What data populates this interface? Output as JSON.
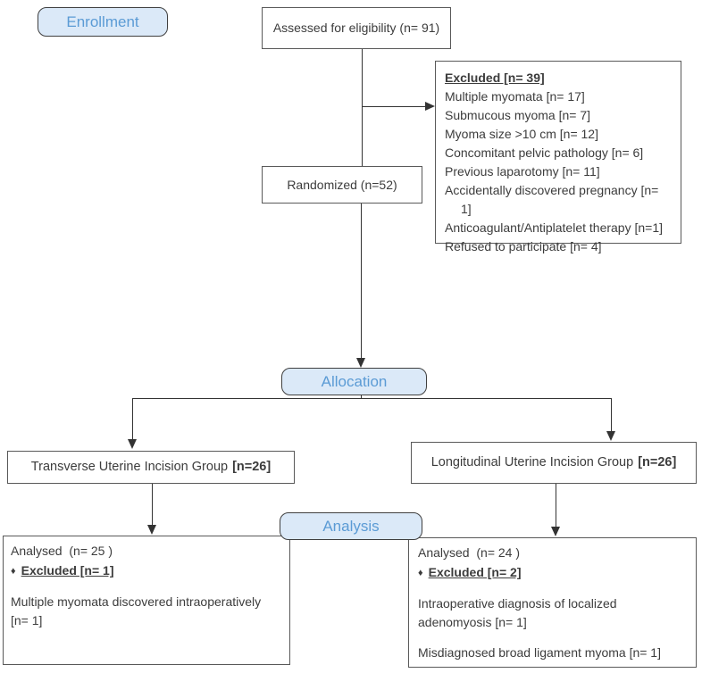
{
  "stage_labels": {
    "enrollment": "Enrollment",
    "allocation": "Allocation",
    "analysis": "Analysis"
  },
  "boxes": {
    "assessed": "Assessed for eligibility (n= 91)",
    "randomized": "Randomized (n=52)",
    "excluded": {
      "title": "Excluded [n= 39]",
      "items": [
        "Multiple myomata [n= 17]",
        "Submucous myoma [n= 7]",
        "Myoma size >10 cm [n= 12]",
        "Concomitant pelvic pathology [n= 6]",
        "Previous laparotomy [n= 11]",
        "Accidentally discovered pregnancy [n= 1]",
        "Anticoagulant/Antiplatelet therapy [n=1]",
        "Refused to participate [n= 4]"
      ]
    },
    "group_left": {
      "name": "Transverse Uterine Incision Group",
      "n": "[n=26]"
    },
    "group_right": {
      "name": "Longitudinal Uterine Incision Group",
      "n": "[n=26]"
    },
    "analysis_left": {
      "analysed": "Analysed  (n= 25 )",
      "bullet": "♦",
      "excluded_title": "Excluded [n= 1]",
      "reasons": [
        "Multiple myomata discovered intraoperatively [n= 1]"
      ]
    },
    "analysis_right": {
      "analysed": "Analysed  (n= 24 )",
      "bullet": "♦",
      "excluded_title": "Excluded [n= 2]",
      "reasons": [
        "Intraoperative diagnosis of localized adenomyosis [n= 1]",
        "Misdiagnosed broad ligament myoma [n= 1]"
      ]
    }
  },
  "colors": {
    "stage_fill": "#dbe9f8",
    "stage_text": "#5b9bd5",
    "box_border": "#595959",
    "text": "#3c3c3c",
    "connector": "#333333"
  }
}
